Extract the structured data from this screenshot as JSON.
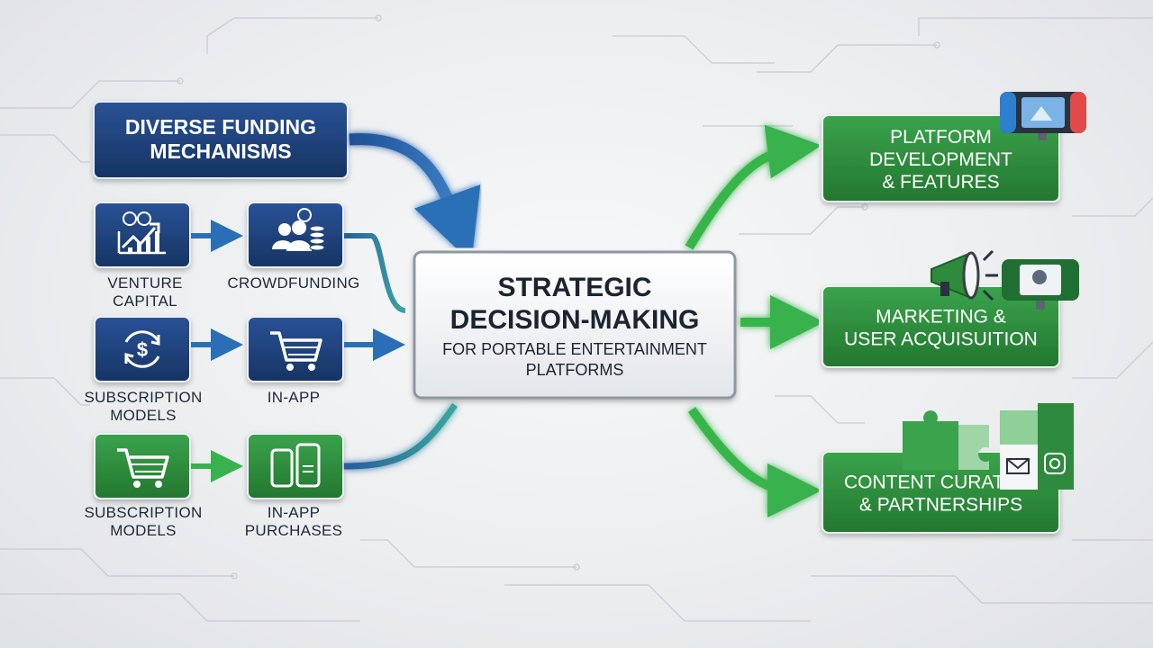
{
  "colors": {
    "navy": "#1c3f7a",
    "green": "#2e8b3e",
    "arrow_blue": "#2a5c9e",
    "arrow_green": "#35b04b",
    "center_border": "#9aa3ad",
    "text_dark": "#1d2a3a"
  },
  "funding_header": {
    "line1": "DIVERSE FUNDING",
    "line2": "MECHANISMS"
  },
  "sources": [
    {
      "icon": "dollar-chart-icon",
      "label1": "VENTURE",
      "label2": "CAPITAL",
      "color": "navy"
    },
    {
      "icon": "crowd-money-icon",
      "label1": "CROWDFUNDING",
      "label2": "",
      "color": "navy"
    },
    {
      "icon": "recurring-dollar-icon",
      "label1": "SUBSCRIPTION",
      "label2": "MODELS",
      "color": "navy"
    },
    {
      "icon": "shopping-cart-icon",
      "label1": "IN-APP",
      "label2": "",
      "color": "navy"
    },
    {
      "icon": "shopping-cart-icon",
      "label1": "SUBSCRIPTION",
      "label2": "MODELS",
      "color": "green"
    },
    {
      "icon": "mobile-devices-icon",
      "label1": "IN-APP",
      "label2": "PURCHASES",
      "color": "green"
    }
  ],
  "center": {
    "title1": "STRATEGIC",
    "title2": "DECISION-MAKING",
    "sub1": "FOR PORTABLE ENTERTAINMENT",
    "sub2": "PLATFORMS"
  },
  "outcomes": [
    {
      "lines": [
        "PLATFORM",
        "DEVELOPMENT",
        "& FEATURES"
      ],
      "icon": "handheld-console-icon"
    },
    {
      "lines": [
        "MARKETING &",
        "USER ACQUISUITION"
      ],
      "icon": "megaphone-icon"
    },
    {
      "lines": [
        "CONTENT CURATION",
        "& PARTNERSHIPS"
      ],
      "icon": "puzzle-pieces-icon"
    }
  ]
}
